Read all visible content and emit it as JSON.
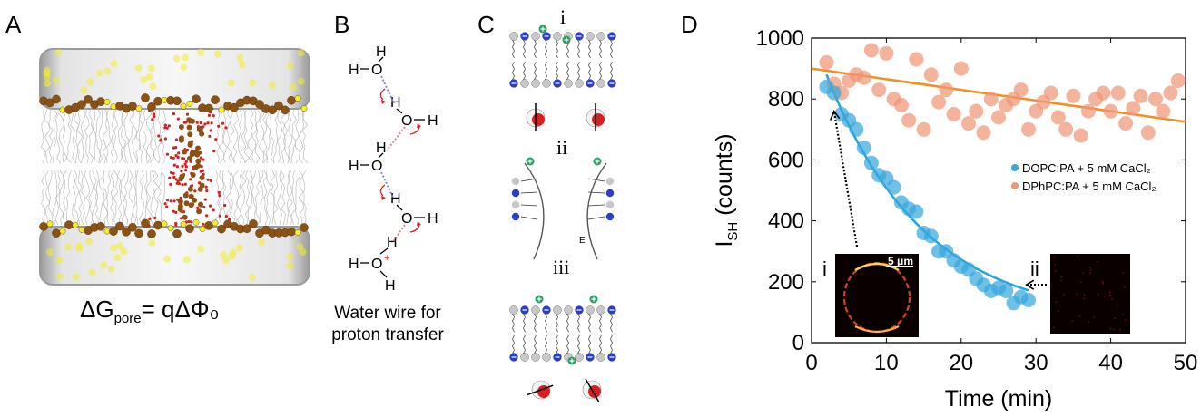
{
  "panels": {
    "a": {
      "letter": "A",
      "equation_lhs": "ΔG",
      "equation_sub": "pore",
      "equation_rhs": "= qΔΦ₀"
    },
    "b": {
      "letter": "B",
      "caption_line1": "Water wire for",
      "caption_line2": "proton transfer",
      "atoms": {
        "h": "H",
        "o": "O",
        "plus": "+"
      }
    },
    "c": {
      "letter": "C",
      "label_i": "i",
      "label_ii": "ii",
      "label_iii": "iii",
      "field_label": "E"
    },
    "d": {
      "letter": "D"
    }
  },
  "colors": {
    "series1": "#38a8dc",
    "series1_fit": "#2aa4dd",
    "series2": "#ee9677",
    "series2_fit": "#f28f24",
    "lipid_head": "#8a5214",
    "lipid_yellow": "#f4ec30",
    "oxygen": "#d62020",
    "charge_neg": "#2b3ec8",
    "charge_pos": "#2c9e66"
  },
  "chart_data": {
    "type": "scatter",
    "xlabel": "Time (min)",
    "ylabel_main": "I",
    "ylabel_sub": "SH",
    "ylabel_rest": " (counts)",
    "xlim": [
      0,
      50
    ],
    "ylim": [
      0,
      1000
    ],
    "xticks": [
      0,
      10,
      20,
      30,
      40,
      50
    ],
    "yticks": [
      0,
      200,
      400,
      600,
      800,
      1000
    ],
    "legend_position": "right",
    "inset_labels": {
      "i": "i",
      "ii": "ii",
      "scale": "5 μm"
    },
    "series": [
      {
        "name": "DOPC:PA + 5 mM CaCl₂",
        "color": "#38a8dc",
        "x": [
          2,
          3,
          4,
          5,
          6,
          7,
          8,
          9,
          10,
          11,
          12,
          13,
          14,
          15,
          16,
          17,
          18,
          19,
          20,
          21,
          22,
          23,
          24,
          25,
          26,
          27,
          28,
          29
        ],
        "y": [
          840,
          820,
          750,
          730,
          700,
          640,
          590,
          550,
          540,
          510,
          460,
          440,
          430,
          360,
          350,
          300,
          300,
          270,
          250,
          240,
          210,
          190,
          170,
          180,
          170,
          130,
          150,
          140
        ]
      },
      {
        "name": "DPhPC:PA + 5 mM CaCl₂",
        "color": "#ee9677",
        "x": [
          2,
          3,
          4,
          5,
          6,
          7,
          8,
          9,
          10,
          11,
          12,
          13,
          14,
          15,
          16,
          17,
          18,
          19,
          20,
          21,
          22,
          23,
          24,
          25,
          26,
          27,
          28,
          29,
          30,
          31,
          32,
          33,
          34,
          35,
          36,
          37,
          38,
          39,
          40,
          41,
          42,
          43,
          44,
          45,
          46,
          47,
          48,
          49
        ],
        "y": [
          920,
          850,
          820,
          860,
          880,
          870,
          960,
          830,
          950,
          800,
          780,
          730,
          930,
          700,
          880,
          790,
          830,
          750,
          900,
          720,
          760,
          690,
          800,
          740,
          780,
          800,
          830,
          700,
          760,
          790,
          820,
          740,
          700,
          810,
          680,
          760,
          800,
          820,
          760,
          820,
          720,
          770,
          810,
          690,
          800,
          760,
          820,
          860
        ]
      }
    ],
    "fits": [
      {
        "color": "#2aa4dd",
        "type": "exp_decay",
        "a": 810,
        "tau": 13.0,
        "c": 70,
        "x_range": [
          2,
          29
        ]
      },
      {
        "color": "#f28f24",
        "type": "linear_decay",
        "y0": 900,
        "slope": -3.5,
        "x_range": [
          0,
          50
        ]
      }
    ]
  }
}
